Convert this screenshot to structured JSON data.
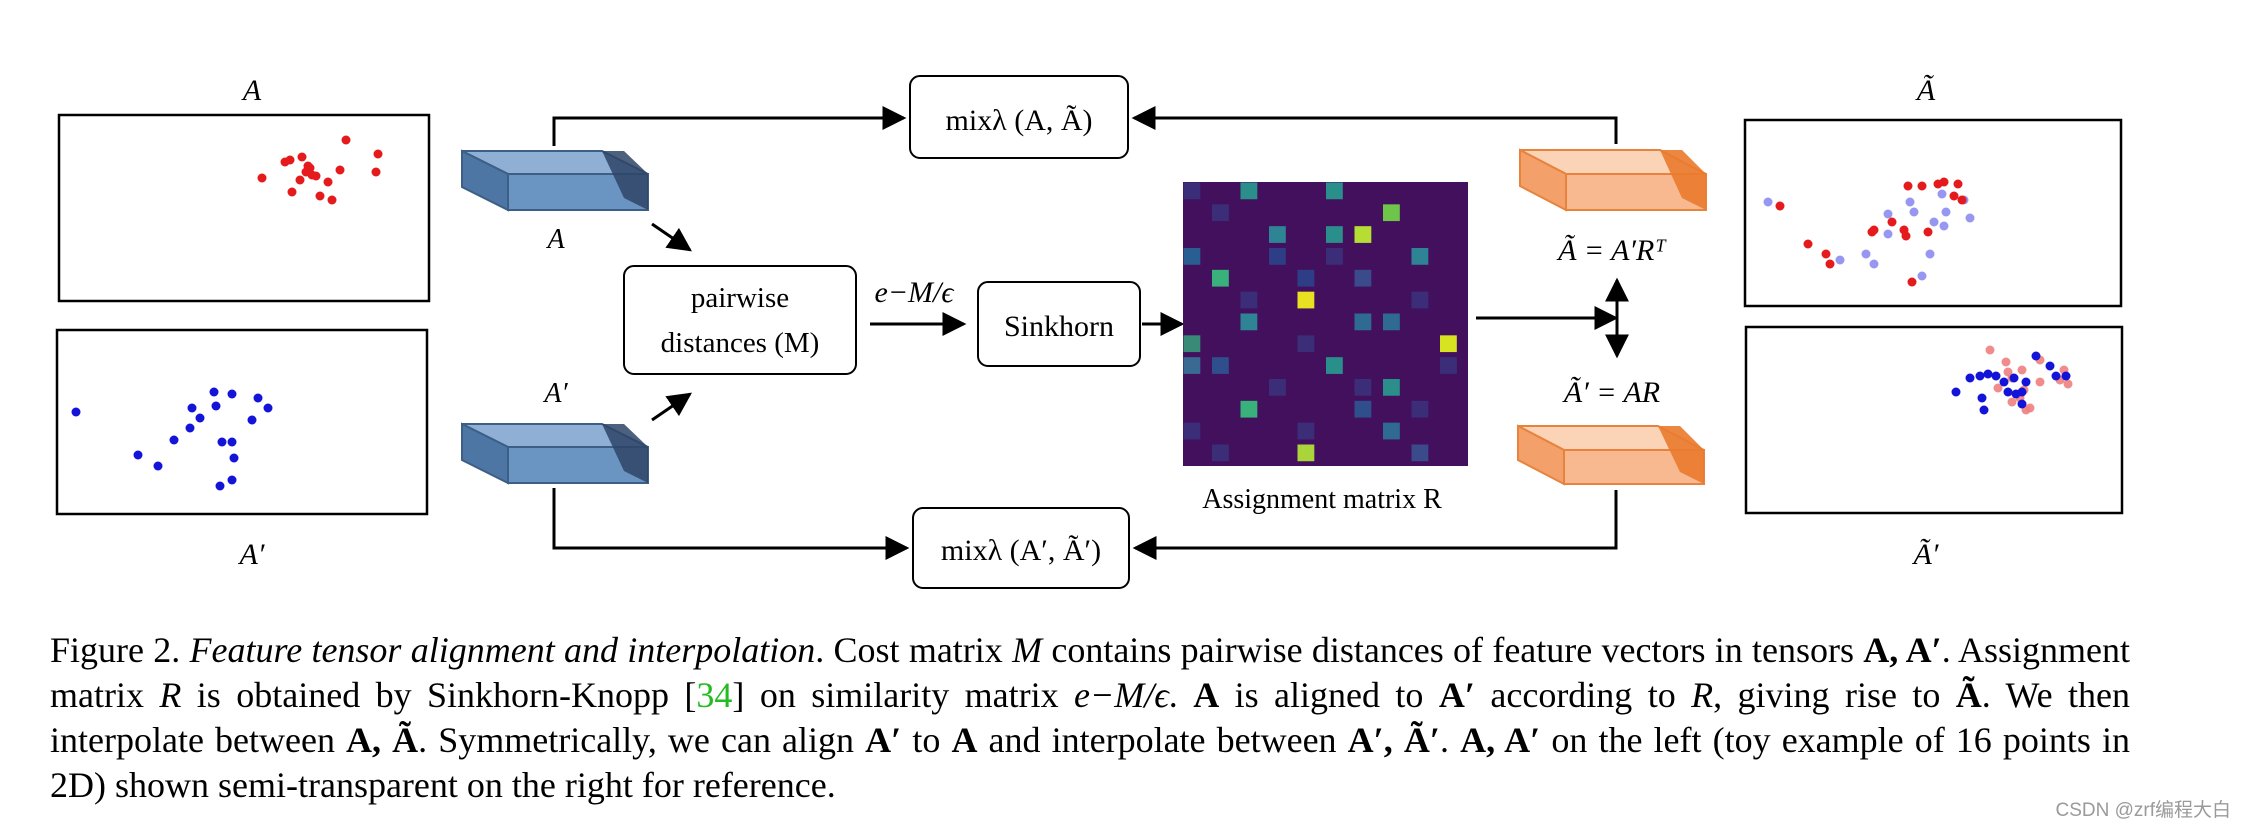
{
  "labels": {
    "top_left_plot": "A",
    "bottom_left_plot": "A′",
    "top_right_plot": "Ã",
    "bottom_right_plot": "Ã′",
    "tensor_a": "A",
    "tensor_a_prime": "A′",
    "pairwise_line1": "pairwise",
    "pairwise_line2": "distances (M)",
    "exp_label": "e−M/ϵ",
    "sinkhorn": "Sinkhorn",
    "assignment": "Assignment matrix R",
    "mix_top": "mixλ (A, Ã)",
    "mix_bottom": "mixλ (A′, Ã′)",
    "tilde_a_eq": "Ã = A′Rᵀ",
    "tilde_a_prime_eq": "Ã′ = AR"
  },
  "colors": {
    "red_points": "#e41a1c",
    "blue_points": "#1414d8",
    "light_red_points": "#f08080",
    "light_blue_points": "#8c8cf0",
    "tensor_blue": "#5b86b4",
    "tensor_orange": "#f6b08a",
    "matrix_bg": "#43105e",
    "citation": "#22bb22"
  },
  "scatter": {
    "left_top_red": [
      [
        262,
        178
      ],
      [
        285,
        162
      ],
      [
        290,
        160
      ],
      [
        302,
        157
      ],
      [
        306,
        172
      ],
      [
        308,
        166
      ],
      [
        312,
        175
      ],
      [
        316,
        176
      ],
      [
        300,
        180
      ],
      [
        328,
        182
      ],
      [
        332,
        200
      ],
      [
        340,
        170
      ],
      [
        346,
        140
      ],
      [
        378,
        154
      ],
      [
        376,
        172
      ],
      [
        292,
        192
      ],
      [
        320,
        196
      ],
      [
        310,
        168
      ]
    ],
    "left_bottom_blue": [
      [
        76,
        412
      ],
      [
        138,
        455
      ],
      [
        158,
        466
      ],
      [
        174,
        440
      ],
      [
        190,
        428
      ],
      [
        192,
        408
      ],
      [
        200,
        418
      ],
      [
        214,
        392
      ],
      [
        216,
        406
      ],
      [
        232,
        394
      ],
      [
        232,
        442
      ],
      [
        258,
        398
      ],
      [
        268,
        408
      ],
      [
        252,
        420
      ],
      [
        234,
        458
      ],
      [
        222,
        442
      ],
      [
        232,
        480
      ],
      [
        220,
        486
      ]
    ],
    "right_top_light_blue": [
      [
        1768,
        202
      ],
      [
        1840,
        260
      ],
      [
        1874,
        264
      ],
      [
        1866,
        254
      ],
      [
        1888,
        214
      ],
      [
        1888,
        234
      ],
      [
        1910,
        202
      ],
      [
        1914,
        212
      ],
      [
        1934,
        222
      ],
      [
        1942,
        194
      ],
      [
        1946,
        212
      ],
      [
        1964,
        200
      ],
      [
        1930,
        254
      ],
      [
        1922,
        276
      ],
      [
        1944,
        226
      ],
      [
        1970,
        218
      ]
    ],
    "right_top_red": [
      [
        1780,
        206
      ],
      [
        1808,
        244
      ],
      [
        1826,
        254
      ],
      [
        1830,
        264
      ],
      [
        1872,
        232
      ],
      [
        1874,
        230
      ],
      [
        1892,
        222
      ],
      [
        1904,
        230
      ],
      [
        1908,
        186
      ],
      [
        1922,
        186
      ],
      [
        1938,
        184
      ],
      [
        1954,
        196
      ],
      [
        1958,
        184
      ],
      [
        1944,
        182
      ],
      [
        1962,
        200
      ],
      [
        1928,
        232
      ],
      [
        1906,
        236
      ],
      [
        1912,
        282
      ]
    ],
    "right_bottom_light_red": [
      [
        1990,
        350
      ],
      [
        2006,
        362
      ],
      [
        2012,
        378
      ],
      [
        2022,
        370
      ],
      [
        2040,
        382
      ],
      [
        2064,
        370
      ],
      [
        2068,
        384
      ],
      [
        1998,
        388
      ],
      [
        2012,
        402
      ],
      [
        2026,
        410
      ],
      [
        2020,
        398
      ],
      [
        2030,
        408
      ],
      [
        2040,
        360
      ],
      [
        2060,
        380
      ],
      [
        2024,
        390
      ],
      [
        2008,
        372
      ]
    ],
    "right_bottom_blue": [
      [
        1956,
        392
      ],
      [
        1970,
        378
      ],
      [
        1980,
        376
      ],
      [
        1982,
        398
      ],
      [
        1988,
        374
      ],
      [
        1996,
        376
      ],
      [
        2004,
        382
      ],
      [
        2008,
        392
      ],
      [
        2014,
        378
      ],
      [
        2016,
        394
      ],
      [
        2022,
        404
      ],
      [
        2026,
        382
      ],
      [
        2036,
        356
      ],
      [
        2050,
        366
      ],
      [
        2056,
        376
      ],
      [
        2066,
        376
      ],
      [
        2022,
        392
      ],
      [
        1984,
        410
      ]
    ]
  },
  "matrix_cells": [
    [
      0,
      0,
      "#3b2d78"
    ],
    [
      2,
      0,
      "#2a8e8a"
    ],
    [
      5,
      0,
      "#2a8e8a"
    ],
    [
      7,
      1,
      "#6fc44a"
    ],
    [
      1,
      1,
      "#3b2d78"
    ],
    [
      3,
      2,
      "#2e8494"
    ],
    [
      5,
      2,
      "#2a8e8a"
    ],
    [
      6,
      2,
      "#b6dd33"
    ],
    [
      0,
      3,
      "#2a5d92"
    ],
    [
      8,
      3,
      "#2e8494"
    ],
    [
      3,
      3,
      "#2e3e86"
    ],
    [
      5,
      3,
      "#3b2d78"
    ],
    [
      1,
      4,
      "#39b17a"
    ],
    [
      4,
      4,
      "#2e3e86"
    ],
    [
      6,
      4,
      "#3b4a8a"
    ],
    [
      4,
      5,
      "#e8e021"
    ],
    [
      2,
      5,
      "#3b2d78"
    ],
    [
      8,
      5,
      "#3b2d78"
    ],
    [
      2,
      6,
      "#2e8494"
    ],
    [
      6,
      6,
      "#2e6a92"
    ],
    [
      7,
      6,
      "#2e6a92"
    ],
    [
      0,
      7,
      "#3a8a78"
    ],
    [
      9,
      7,
      "#d7e221"
    ],
    [
      4,
      7,
      "#3b2d78"
    ],
    [
      0,
      8,
      "#3a6a92"
    ],
    [
      1,
      8,
      "#2e4e8c"
    ],
    [
      5,
      8,
      "#2a8e8a"
    ],
    [
      9,
      8,
      "#3b2d78"
    ],
    [
      6,
      9,
      "#3b2d78"
    ],
    [
      7,
      9,
      "#2a8e8a"
    ],
    [
      3,
      9,
      "#3b2d78"
    ],
    [
      2,
      10,
      "#39b17a"
    ],
    [
      6,
      10,
      "#2e4e8c"
    ],
    [
      8,
      10,
      "#3b2d78"
    ],
    [
      0,
      11,
      "#3b2d78"
    ],
    [
      7,
      11,
      "#2e6a92"
    ],
    [
      4,
      11,
      "#3b2d78"
    ],
    [
      4,
      12,
      "#a9d43a"
    ],
    [
      8,
      12,
      "#3b4a8a"
    ],
    [
      1,
      12,
      "#3b2d78"
    ]
  ],
  "caption": {
    "figure_label": "Figure 2.",
    "title_italic": "Feature tensor alignment and interpolation",
    "s1a": ". Cost matrix ",
    "s1_M": "M",
    "s1b": " contains pairwise distances of feature vectors in tensors ",
    "s1_bold": "A, A′",
    "s1c": ". Assignment matrix ",
    "s2_R": "R",
    "s2a": " is obtained by Sinkhorn-Knopp [",
    "s2_ref": "34",
    "s2b": "] on similarity matrix ",
    "s2_exp": "e−M/ϵ",
    "s2c": ". ",
    "s2_boldA": "A",
    "s2d": " is aligned to ",
    "s2_boldAp": "A′",
    "s2e": " according to ",
    "s2_R2": "R",
    "s2f": ", giving rise to ",
    "s2_boldAt": "Ã",
    "s3a": ". We then interpolate between ",
    "s3_bold1": "A, Ã",
    "s3b": ". Symmetrically, we can align ",
    "s3_bold2": "A′",
    "s3c": " to ",
    "s3_bold3": "A",
    "s3d": " and interpolate between ",
    "s3_bold4": "A′, Ã′",
    "s3e": ". ",
    "s3_bold5": "A, A′",
    "s3f": " on the left (toy example of 16 points in 2D) shown semi-transparent on the right for reference."
  },
  "watermark": "CSDN @zrf编程大白"
}
